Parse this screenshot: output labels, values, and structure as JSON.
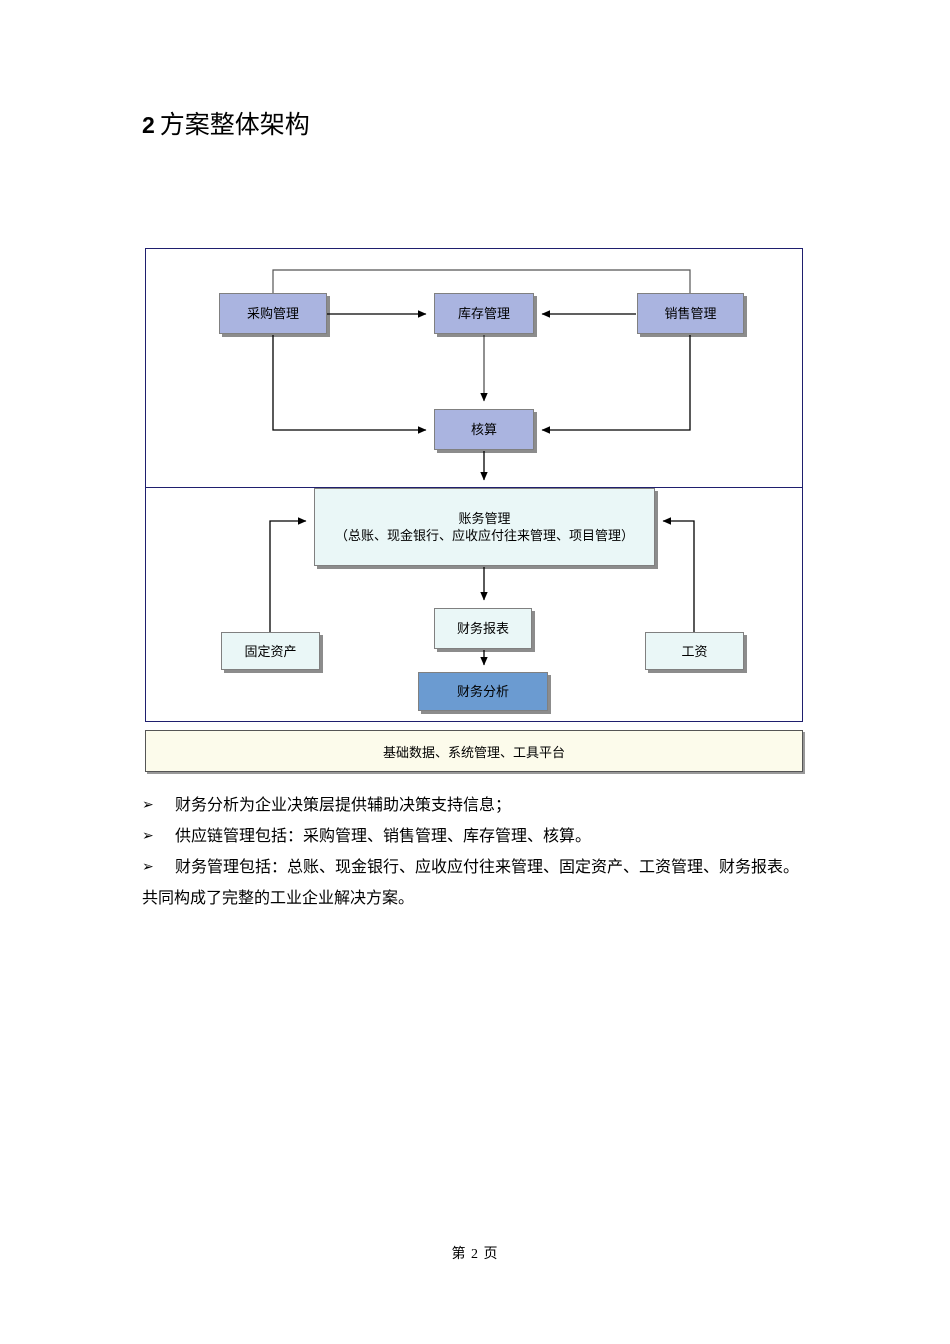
{
  "document": {
    "heading_number": "2",
    "heading_text": "方案整体架构",
    "footer": "第 2 页"
  },
  "diagram": {
    "supply_chain_nodes": [
      {
        "id": "purchase",
        "label": "采购管理",
        "fill": "#aab4e0"
      },
      {
        "id": "inventory",
        "label": "库存管理",
        "fill": "#aab4e0"
      },
      {
        "id": "sales",
        "label": "销售管理",
        "fill": "#aab4e0"
      },
      {
        "id": "accounting",
        "label": "核算",
        "fill": "#aab4e0"
      }
    ],
    "finance_nodes": [
      {
        "id": "finmgmt",
        "label_line1": "账务管理",
        "label_line2": "（总账、现金银行、应收应付往来管理、项目管理）",
        "fill": "#eaf7f7"
      },
      {
        "id": "fixasset",
        "label": "固定资产",
        "fill": "#eaf7f7"
      },
      {
        "id": "report",
        "label": "财务报表",
        "fill": "#eaf7f7"
      },
      {
        "id": "payroll",
        "label": "工资",
        "fill": "#eaf7f7"
      },
      {
        "id": "finanal",
        "label": "财务分析",
        "fill": "#6b9bd1"
      }
    ],
    "platform_bar": "基础数据、系统管理、工具平台",
    "frame_border_color": "#1f1f6e"
  },
  "notes": {
    "bullet_marker": "➢",
    "items": [
      "财务分析为企业决策层提供辅助决策支持信息；",
      "供应链管理包括：采购管理、销售管理、库存管理、核算。",
      "财务管理包括：总账、现金银行、应收应付往来管理、固定资产、工资管理、财务报表。"
    ],
    "tail": "共同构成了完整的工业企业解决方案。"
  }
}
